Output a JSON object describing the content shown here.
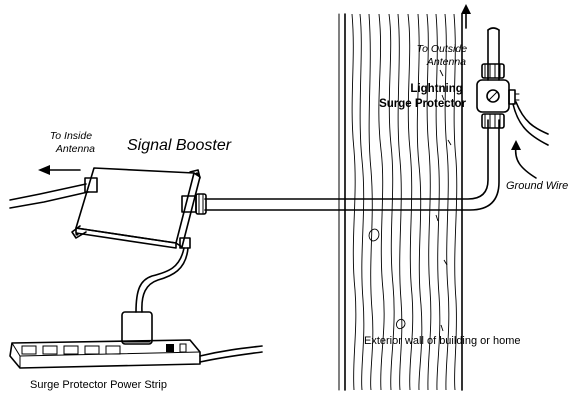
{
  "labels": {
    "to_outside_antenna": [
      "To Outside",
      "Antenna"
    ],
    "lightning_surge_protector": [
      "Lightning",
      "Surge Protector"
    ],
    "to_inside_antenna": [
      "To Inside",
      "Antenna"
    ],
    "signal_booster": "Signal Booster",
    "ground_wire": "Ground Wire",
    "exterior_wall": "Exterior wall of building or home",
    "power_strip": "Surge Protector Power Strip"
  }
}
